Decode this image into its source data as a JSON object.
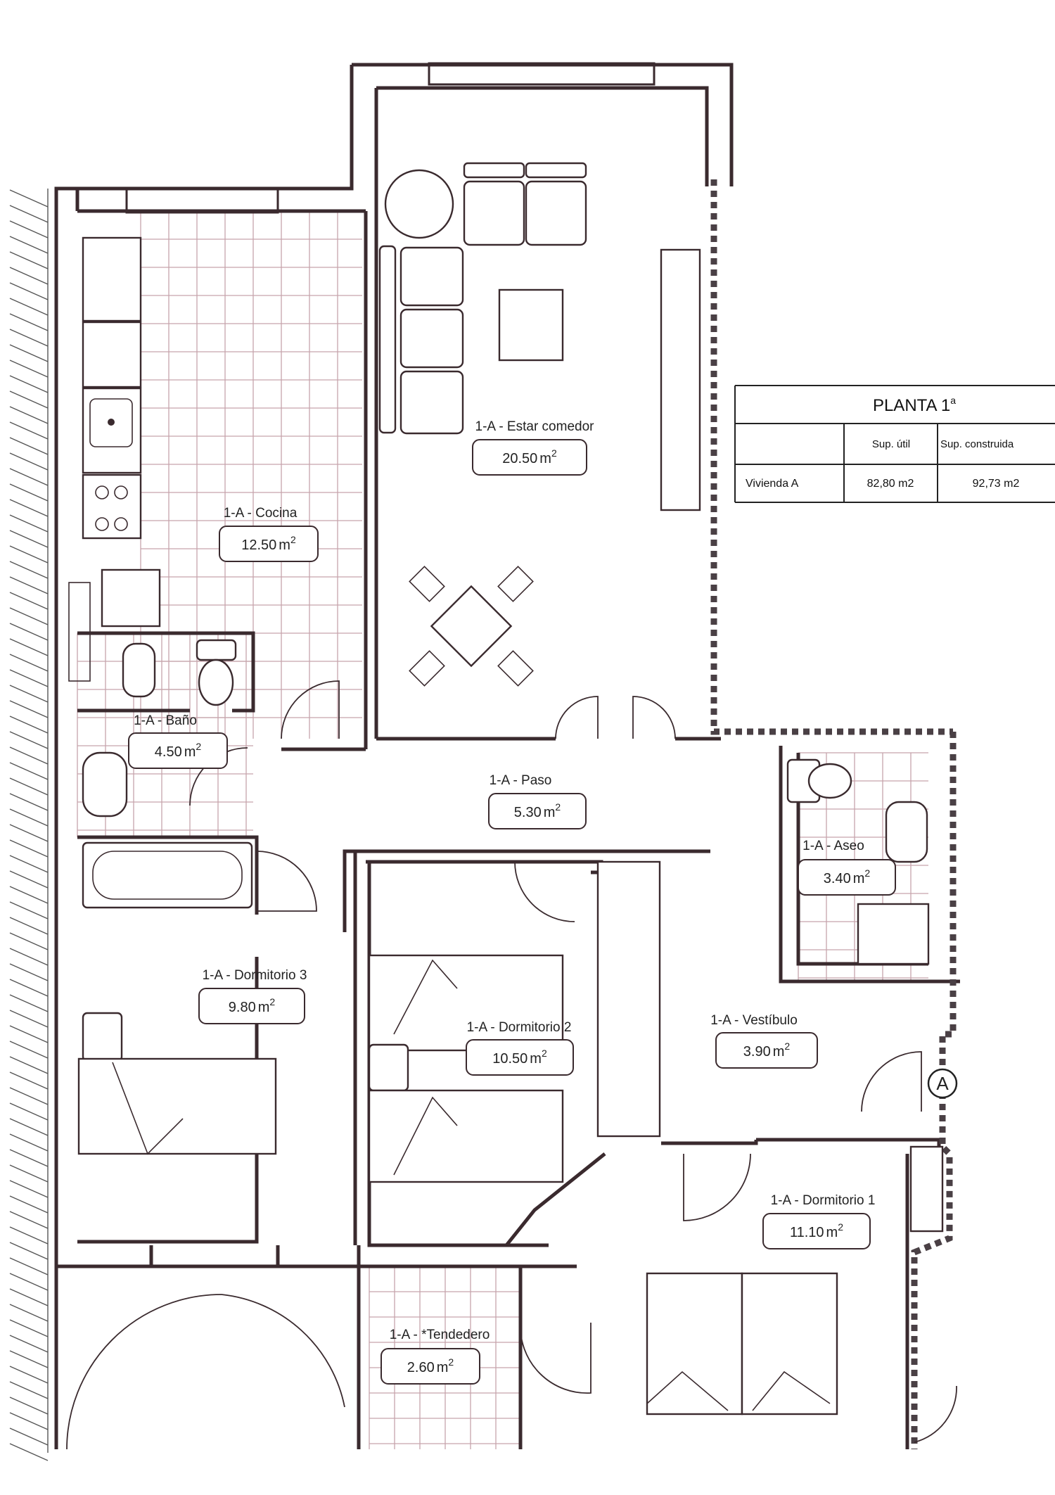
{
  "plan": {
    "rooms": [
      {
        "name": "1-A - Estar comedor",
        "area": "20.50",
        "unit": "m",
        "exp": "2"
      },
      {
        "name": "1-A - Cocina",
        "area": "12.50",
        "unit": "m",
        "exp": "2"
      },
      {
        "name": "1-A - Baño",
        "area": "4.50",
        "unit": "m",
        "exp": "2"
      },
      {
        "name": "1-A - Paso",
        "area": "5.30",
        "unit": "m",
        "exp": "2"
      },
      {
        "name": "1-A - Aseo",
        "area": "3.40",
        "unit": "m",
        "exp": "2"
      },
      {
        "name": "1-A - Dormitorio 3",
        "area": "9.80",
        "unit": "m",
        "exp": "2"
      },
      {
        "name": "1-A - Dormitorio 2",
        "area": "10.50",
        "unit": "m",
        "exp": "2"
      },
      {
        "name": "1-A - Vestíbulo",
        "area": "3.90",
        "unit": "m",
        "exp": "2"
      },
      {
        "name": "1-A - Dormitorio 1",
        "area": "11.10",
        "unit": "m",
        "exp": "2"
      },
      {
        "name": "1-A - *Tendedero",
        "area": "2.60",
        "unit": "m",
        "exp": "2"
      }
    ],
    "entrance_marker": "A"
  },
  "table": {
    "title": "PLANTA 1",
    "title_sup": "a",
    "col_headers": [
      "Sup. útil",
      "Sup. construida"
    ],
    "rows": [
      {
        "label": "Vivienda A",
        "util": "82,80 m2",
        "construida": "92,73 m2"
      }
    ]
  },
  "colors": {
    "wall": "#3a2a2e",
    "tile": "#c7a5ac",
    "paper": "#ffffff"
  }
}
